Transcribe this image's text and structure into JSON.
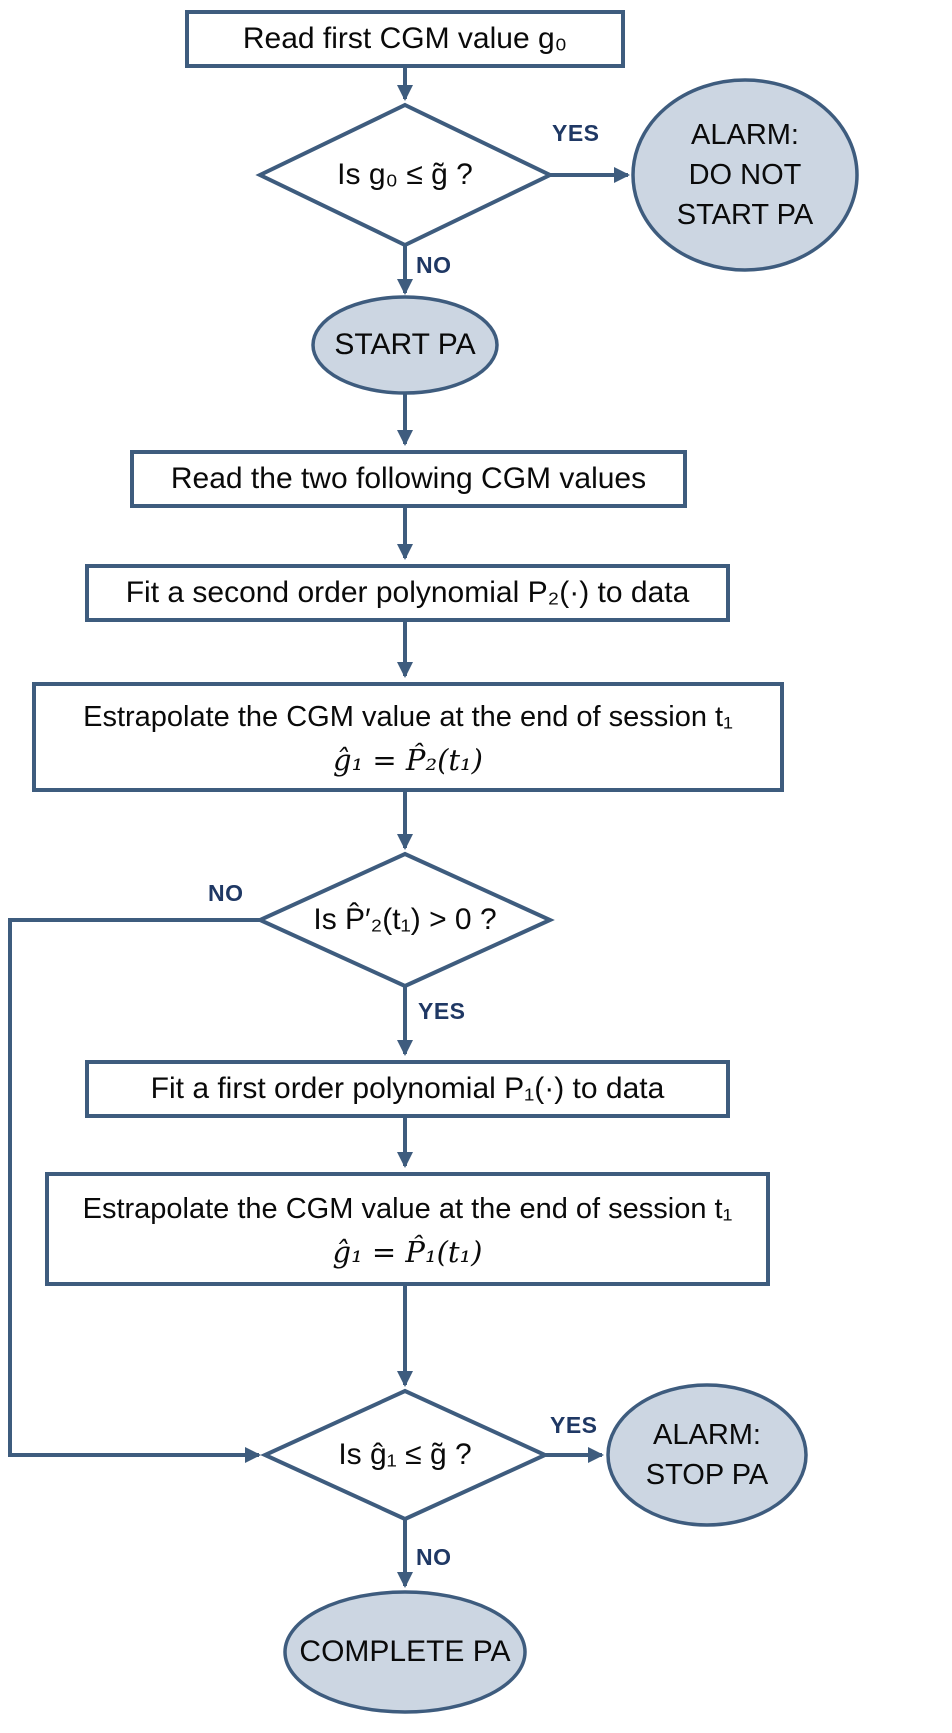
{
  "diagram": {
    "colors": {
      "stroke": "#3e5c7e",
      "node_fill": "#ccd6e2",
      "label_color": "#1f3864",
      "text_color": "#0a0a0a",
      "background": "#ffffff"
    },
    "nodes": {
      "read_first": {
        "label": "Read first CGM value g₀"
      },
      "check_g0": {
        "label": "Is g₀ ≤ g̃ ?"
      },
      "alarm_no_start": {
        "label": "ALARM:\nDO NOT\nSTART PA"
      },
      "start_pa": {
        "label": "START PA"
      },
      "read_two": {
        "label": "Read the two following CGM values"
      },
      "fit_second": {
        "label": "Fit a second order polynomial P₂(·) to data"
      },
      "extrapolate_second": {
        "line1": "Estrapolate the CGM value at the end of session t₁",
        "line2": "ĝ₁ = P̂₂(t₁)"
      },
      "check_slope": {
        "label": "Is P̂′₂(t₁) > 0 ?"
      },
      "fit_first": {
        "label": "Fit a first order polynomial P₁(·) to data"
      },
      "extrapolate_first": {
        "line1": "Estrapolate the CGM value at the end of session t₁",
        "line2": "ĝ₁ = P̂₁(t₁)"
      },
      "check_g1": {
        "label": "Is ĝ₁ ≤ g̃ ?"
      },
      "alarm_stop": {
        "label": "ALARM:\nSTOP PA"
      },
      "complete_pa": {
        "label": "COMPLETE PA"
      }
    },
    "edge_labels": {
      "yes_top": "YES",
      "no_top": "NO",
      "no_slope": "NO",
      "yes_slope": "YES",
      "yes_bottom": "YES",
      "no_bottom": "NO"
    }
  }
}
